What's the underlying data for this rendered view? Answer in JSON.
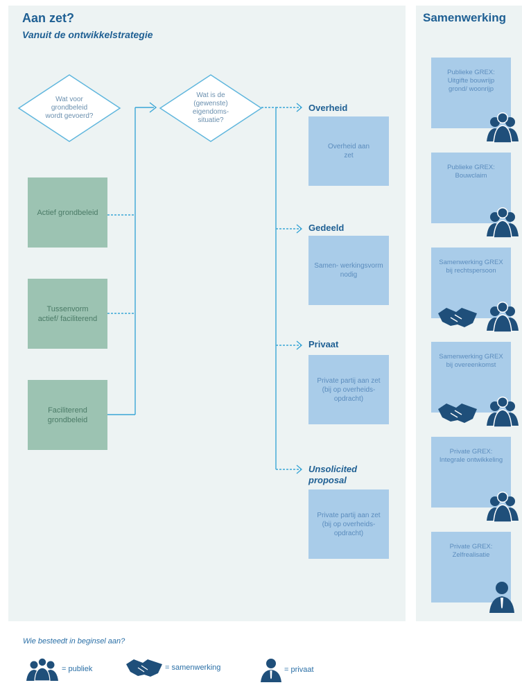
{
  "header": {
    "title": "Aan zet?",
    "subtitle": "Vanuit de ontwikkelstrategie",
    "right_title": "Samenwerking"
  },
  "diamonds": [
    {
      "text": "Wat voor grondbeleid wordt gevoerd?"
    },
    {
      "text": "Wat is de (gewenste) eigendoms- situatie?"
    }
  ],
  "policies": [
    {
      "label": "Actief grondbeleid"
    },
    {
      "label": "Tussenvorm actief/ faciliterend"
    },
    {
      "label": "Faciliterend grondbeleid"
    }
  ],
  "outcomes": [
    {
      "label": "Overheid",
      "box": "Overheid aan zet"
    },
    {
      "label": "Gedeeld",
      "box": "Samen- werkingsvorm nodig"
    },
    {
      "label": "Privaat",
      "box": "Private partij aan zet (bij op overheids- opdracht)"
    },
    {
      "label": "Unsolicited proposal",
      "box": "Private partij aan zet (bij op overheids- opdracht)"
    }
  ],
  "cooperation": [
    {
      "label": "Publieke GREX: Uitgifte bouwrijp grond/ woonrijp",
      "icons": [
        "publiek"
      ]
    },
    {
      "label": "Publieke GREX: Bouwclaim",
      "icons": [
        "publiek"
      ]
    },
    {
      "label": "Samenwerking GREX bij rechtspersoon",
      "icons": [
        "samenwerking",
        "publiek"
      ]
    },
    {
      "label": "Samenwerking GREX bij overeenkomst",
      "icons": [
        "samenwerking",
        "publiek"
      ]
    },
    {
      "label": "Private GREX: Integrale ontwikkeling",
      "icons": [
        "publiek"
      ]
    },
    {
      "label": "Private GREX: Zelfrealisatie",
      "icons": [
        "privaat"
      ]
    }
  ],
  "legend": {
    "question": "Wie besteedt in beginsel aan?",
    "items": [
      {
        "icon": "publiek",
        "label": "= publiek"
      },
      {
        "icon": "samenwerking",
        "label": "= samenwerking"
      },
      {
        "icon": "privaat",
        "label": "= privaat"
      }
    ]
  },
  "colors": {
    "panel": "#edf3f3",
    "green_box": "#9cc3b2",
    "blue_box": "#a9cce9",
    "connector": "#3aa6d6",
    "icon": "#1f4f7a",
    "heading": "#1e5f93"
  }
}
